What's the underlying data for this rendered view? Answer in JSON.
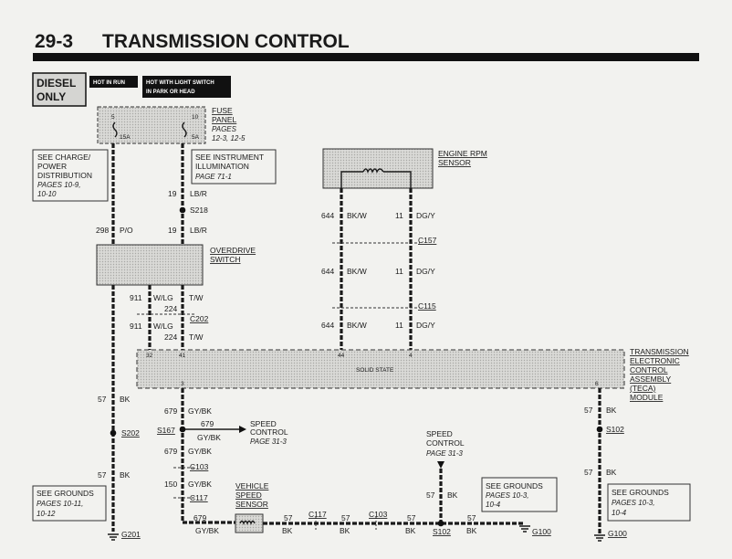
{
  "header": {
    "section": "29-3",
    "title": "TRANSMISSION CONTROL"
  },
  "legend": {
    "diesel": "DIESEL",
    "only": "ONLY",
    "hot_run": "HOT IN RUN",
    "hot_light_1": "HOT WITH LIGHT SWITCH",
    "hot_light_2": "IN PARK OR HEAD"
  },
  "fuse_panel": {
    "l1": "FUSE",
    "l2": "PANEL",
    "p1": "PAGES",
    "p2": "12-3, 12-5",
    "fuse_a_num": "5",
    "fuse_a_amp": "15A",
    "fuse_b_num": "10",
    "fuse_b_amp": "5A"
  },
  "charge_box": {
    "l1": "SEE CHARGE/",
    "l2": "POWER",
    "l3": "DISTRIBUTION",
    "p1": "PAGES 10-9,",
    "p2": "10-10"
  },
  "illum_box": {
    "l1": "SEE INSTRUMENT",
    "l2": "ILLUMINATION",
    "p1": "PAGE 71-1"
  },
  "rpm": {
    "l1": "ENGINE RPM",
    "l2": "SENSOR"
  },
  "overdrive": {
    "l1": "OVERDRIVE",
    "l2": "SWITCH"
  },
  "teca": {
    "l1": "TRANSMISSION",
    "l2": "ELECTRONIC",
    "l3": "CONTROL",
    "l4": "ASSEMBLY",
    "l5": "(TECA)",
    "l6": "MODULE",
    "state": "SOLID STATE",
    "pin32": "32",
    "pin41": "41",
    "pin44": "44",
    "pin4": "4",
    "pin3": "3",
    "pin6": "6"
  },
  "wires": {
    "w19a_num": "19",
    "w19a": "LB/R",
    "s218": "S218",
    "w19b_num": "19",
    "w19b": "LB/R",
    "w298_num": "298",
    "w298": "P/O",
    "w911a_num": "911",
    "w911a": "W/LG",
    "w224a_num": "224",
    "w224a": "T/W",
    "c202": "C202",
    "w911b_num": "911",
    "w911b": "W/LG",
    "w224b_num": "224",
    "w224b": "T/W",
    "w644a_num": "644",
    "w644a": "BK/W",
    "w11a_num": "11",
    "w11a": "DG/Y",
    "c157": "C157",
    "w644b_num": "644",
    "w644b": "BK/W",
    "w11b_num": "11",
    "w11b": "DG/Y",
    "c115": "C115",
    "w644c_num": "644",
    "w644c": "BK/W",
    "w11c_num": "11",
    "w11c": "DG/Y",
    "w57a_num": "57",
    "w57a": "BK",
    "s202": "S202",
    "w57b_num": "57",
    "w57b": "BK",
    "g201": "G201",
    "w679a_num": "679",
    "w679a": "GY/BK",
    "s167": "S167",
    "w679s_num": "679",
    "w679s": "GY/BK",
    "w679b_num": "679",
    "w679b": "GY/BK",
    "c103a": "C103",
    "w150_num": "150",
    "w150": "GY/BK",
    "c117a": "C117",
    "w679c_num": "679",
    "w679c": "GY/BK",
    "w57r_num": "57",
    "w57r": "BK",
    "s102r": "S102",
    "w57r2_num": "57",
    "w57r2": "BK",
    "g100r": "G100",
    "c117b": "C117",
    "c103b": "C103",
    "w57b1_num": "57",
    "w57b1": "BK",
    "w57b2_num": "57",
    "w57b2": "BK",
    "w57b3_num": "57",
    "w57b3": "BK",
    "w57m_num": "57",
    "w57m": "BK",
    "s102b": "S102",
    "w57e_num": "57",
    "w57e": "BK",
    "g100b": "G100"
  },
  "speed_right": {
    "l1": "SPEED",
    "l2": "CONTROL",
    "p": "PAGE 31-3"
  },
  "speed_bottom": {
    "l1": "SPEED",
    "l2": "CONTROL",
    "p": "PAGE 31-3"
  },
  "vss": {
    "l1": "VEHICLE",
    "l2": "SPEED",
    "l3": "SENSOR"
  },
  "grounds_left": {
    "l1": "SEE GROUNDS",
    "p1": "PAGES 10-11,",
    "p2": "10-12"
  },
  "grounds_mid": {
    "l1": "SEE GROUNDS",
    "p1": "PAGES 10-3,",
    "p2": "10-4"
  },
  "grounds_right": {
    "l1": "SEE GROUNDS",
    "p1": "PAGES 10-3,",
    "p2": "10-4"
  }
}
